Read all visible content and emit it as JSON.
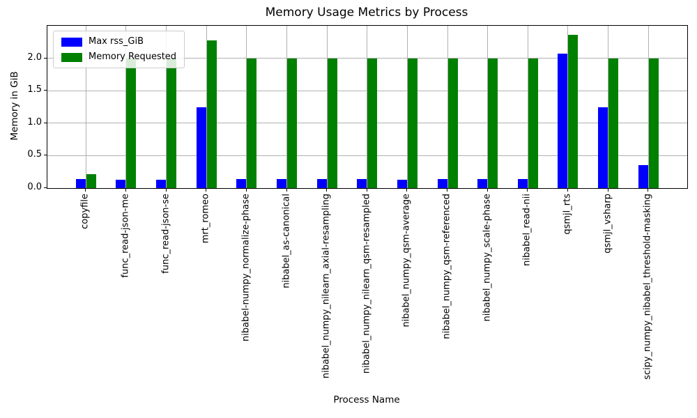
{
  "chart_data": {
    "type": "bar",
    "title": "Memory Usage Metrics by Process",
    "xlabel": "Process Name",
    "ylabel": "Memory in GiB",
    "ylim": [
      0,
      2.5
    ],
    "yticks": [
      0.0,
      0.5,
      1.0,
      1.5,
      2.0
    ],
    "grid": true,
    "grid_color": "#b0b0b0",
    "legend_position": "upper-left",
    "categories": [
      "copyfile",
      "func_read-json-me",
      "func_read-json-se",
      "mrt_romeo",
      "nibabel-numpy_normalize-phase",
      "nibabel_as-canonical",
      "nibabel_numpy_nilearn_axial-resampling",
      "nibabel_numpy_nilearn_qsm-resampled",
      "nibabel_numpy_qsm-average",
      "nibabel_numpy_qsm-referenced",
      "nibabel_numpy_scale-phase",
      "nibabel_read-nii",
      "qsmjl_rts",
      "qsmjl_vsharp",
      "scipy_numpy_nibabel_threshold-masking"
    ],
    "series": [
      {
        "name": "Max rss_GiB",
        "color": "#0000ff",
        "values": [
          0.14,
          0.13,
          0.13,
          1.25,
          0.14,
          0.14,
          0.14,
          0.14,
          0.13,
          0.14,
          0.14,
          0.14,
          2.07,
          1.24,
          0.35
        ]
      },
      {
        "name": "Memory Requested",
        "color": "#008000",
        "values": [
          0.21,
          2.0,
          2.0,
          2.27,
          2.0,
          2.0,
          2.0,
          2.0,
          2.0,
          2.0,
          2.0,
          2.0,
          2.36,
          2.0,
          2.0
        ]
      }
    ]
  }
}
